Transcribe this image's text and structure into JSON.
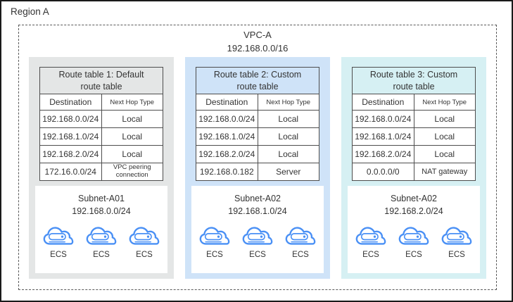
{
  "region": {
    "label": "Region A"
  },
  "vpc": {
    "name": "VPC-A",
    "cidr": "192.168.0.0/16"
  },
  "colors": {
    "column1-bg": "#e4e6e6",
    "column2-bg": "#cfe3f8",
    "column3-bg": "#d6f0f3",
    "table-border": "#4d4d4d",
    "dashed-border": "#595959",
    "outer-border": "#1a1a1a",
    "icon-blue": "#4a90f5",
    "panel-bg": "#ffffff",
    "text": "#333333"
  },
  "icons": {
    "ecs": "ecs-cloud-server-icon"
  },
  "columns": [
    {
      "route_table": {
        "title": "Route table 1: Default route table",
        "headers": [
          "Destination",
          "Next Hop Type"
        ],
        "rows": [
          {
            "destination": "192.168.0.0/24",
            "next_hop": "Local"
          },
          {
            "destination": "192.168.1.0/24",
            "next_hop": "Local"
          },
          {
            "destination": "192.168.2.0/24",
            "next_hop": "Local"
          },
          {
            "destination": "172.16.0.0/24",
            "next_hop": "VPC peering connection"
          }
        ]
      },
      "subnet": {
        "name": "Subnet-A01",
        "cidr": "192.168.0.0/24",
        "ecs": [
          "ECS",
          "ECS",
          "ECS"
        ]
      }
    },
    {
      "route_table": {
        "title": "Route table 2: Custom route table",
        "headers": [
          "Destination",
          "Next Hop Type"
        ],
        "rows": [
          {
            "destination": "192.168.0.0/24",
            "next_hop": "Local"
          },
          {
            "destination": "192.168.1.0/24",
            "next_hop": "Local"
          },
          {
            "destination": "192.168.2.0/24",
            "next_hop": "Local"
          },
          {
            "destination": "192.168.0.182",
            "next_hop": "Server"
          }
        ]
      },
      "subnet": {
        "name": "Subnet-A02",
        "cidr": "192.168.1.0/24",
        "ecs": [
          "ECS",
          "ECS",
          "ECS"
        ]
      }
    },
    {
      "route_table": {
        "title": "Route table 3: Custom route table",
        "headers": [
          "Destination",
          "Next Hop Type"
        ],
        "rows": [
          {
            "destination": "192.168.0.0/24",
            "next_hop": "Local"
          },
          {
            "destination": "192.168.1.0/24",
            "next_hop": "Local"
          },
          {
            "destination": "192.168.2.0/24",
            "next_hop": "Local"
          },
          {
            "destination": "0.0.0.0/0",
            "next_hop": "NAT gateway"
          }
        ]
      },
      "subnet": {
        "name": "Subnet-A02",
        "cidr": "192.168.2.0/24",
        "ecs": [
          "ECS",
          "ECS",
          "ECS"
        ]
      }
    }
  ]
}
